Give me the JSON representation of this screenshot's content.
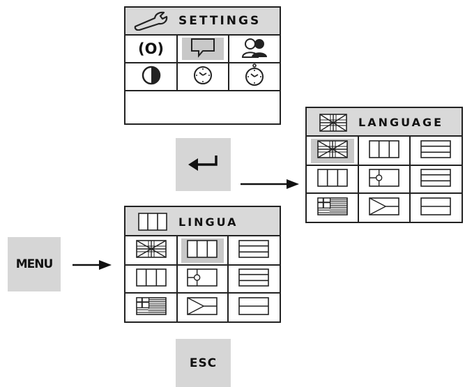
{
  "settings": {
    "title": "SETTINGS",
    "header_icon": "wrench-icon",
    "items": [
      {
        "name": "audio-signal-icon",
        "text": "(O)"
      },
      {
        "name": "speech-bubble-icon"
      },
      {
        "name": "users-icon"
      },
      {
        "name": "contrast-icon"
      },
      {
        "name": "clock-icon"
      },
      {
        "name": "stopwatch-icon"
      }
    ],
    "selected_index": 1
  },
  "language_menu": {
    "title": "LANGUAGE",
    "header_flag": "uk-flag-icon",
    "flags": [
      "uk-flag-icon",
      "tricolor-flag-icon",
      "horizontal-stripes-flag-icon",
      "tricolor-flag-icon",
      "emblem-flag-icon",
      "horizontal-stripes-flag-icon",
      "greek-flag-icon",
      "chevron-flag-icon",
      "bicolor-flag-icon"
    ],
    "selected_index": 0
  },
  "lingua_menu": {
    "title": "LINGUA",
    "header_flag": "tricolor-flag-icon",
    "flags": [
      "uk-flag-icon",
      "tricolor-flag-icon",
      "horizontal-stripes-flag-icon",
      "tricolor-flag-icon",
      "emblem-flag-icon",
      "horizontal-stripes-flag-icon",
      "greek-flag-icon",
      "chevron-flag-icon",
      "bicolor-flag-icon"
    ],
    "selected_index": 1
  },
  "buttons": {
    "enter": {
      "icon": "enter-arrow-icon"
    },
    "menu": {
      "label": "MENU"
    },
    "esc": {
      "label": "ESC"
    }
  },
  "colors": {
    "panel_header": "#d9d9d9",
    "button_bg": "#d6d6d6",
    "selection": "#c8c8c8",
    "stroke": "#222222"
  }
}
